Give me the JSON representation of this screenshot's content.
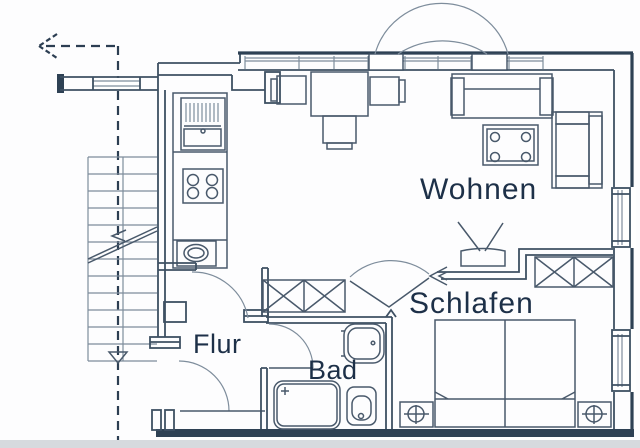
{
  "colors": {
    "line": "#3e5063",
    "wall": "#2e4154",
    "label": "#1d3048",
    "background": "#fdfdfe",
    "photo_edge_strip": "#d6dade"
  },
  "rooms": {
    "living": {
      "label": "Wohnen"
    },
    "bedroom": {
      "label": "Schlafen"
    },
    "hallway": {
      "label": "Flur"
    },
    "bathroom": {
      "label": "Bad"
    }
  },
  "fixtures": {
    "kitchen": [
      "kitchen-counter",
      "kitchen-appliance",
      "stove",
      "sink"
    ],
    "living": [
      "dining-table",
      "dining-chairs",
      "sofa",
      "coffee-table",
      "armchair",
      "tv"
    ],
    "bedroom": [
      "double-bed",
      "nightstand-left",
      "nightstand-right",
      "closet"
    ],
    "bathroom": [
      "shower",
      "washbasin",
      "toilet"
    ],
    "hallway": [
      "wardrobe"
    ],
    "circulation": [
      "staircase",
      "stair-direction-arrow",
      "exit-arrow",
      "section-dashed-line",
      "entry-door",
      "hall-door",
      "bath-door",
      "bedroom-door",
      "balcony-doors"
    ]
  }
}
